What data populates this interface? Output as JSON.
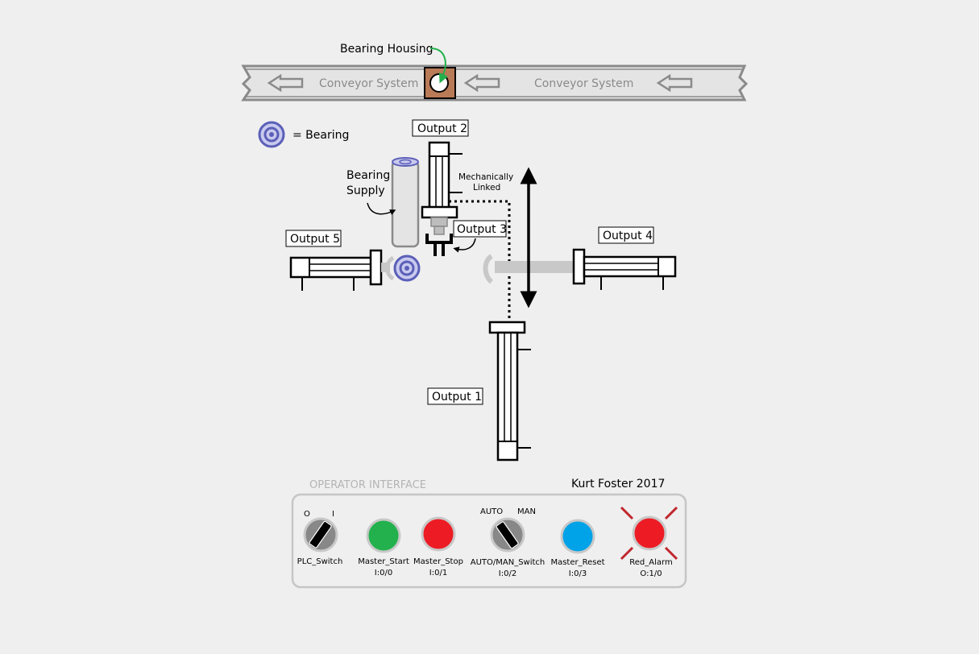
{
  "conveyor": {
    "label_left": "Conveyor System",
    "label_right": "Conveyor System",
    "housing_label": "Bearing Housing"
  },
  "legend": {
    "text": "= Bearing"
  },
  "supply": {
    "line1": "Bearing",
    "line2": "Supply"
  },
  "outputs": {
    "o1": "Output 1",
    "o2": "Output 2",
    "o3": "Output 3",
    "o4": "Output 4",
    "o5": "Output 5"
  },
  "linked": {
    "line1": "Mechanically",
    "line2": "Linked"
  },
  "panel": {
    "title": "OPERATOR INTERFACE",
    "author": "Kurt Foster 2017",
    "plc_switch": {
      "label": "PLC_Switch",
      "off": "O",
      "on": "I"
    },
    "master_start": {
      "label": "Master_Start",
      "addr": "I:0/0"
    },
    "master_stop": {
      "label": "Master_Stop",
      "addr": "I:0/1"
    },
    "auto_man": {
      "label": "AUTO/MAN_Switch",
      "addr": "I:0/2",
      "auto": "AUTO",
      "man": "MAN"
    },
    "master_reset": {
      "label": "Master_Reset",
      "addr": "I:0/3"
    },
    "red_alarm": {
      "label": "Red_Alarm",
      "addr": "O:1/0"
    }
  },
  "colors": {
    "start_green": "#22b14c",
    "stop_red": "#ed1c24",
    "reset_blue": "#00a2e8",
    "alarm_red": "#ed1c24",
    "bearing_blue": "#5b5fb8",
    "housing_brown": "#b97a57",
    "arrow_green": "#22b14c"
  }
}
